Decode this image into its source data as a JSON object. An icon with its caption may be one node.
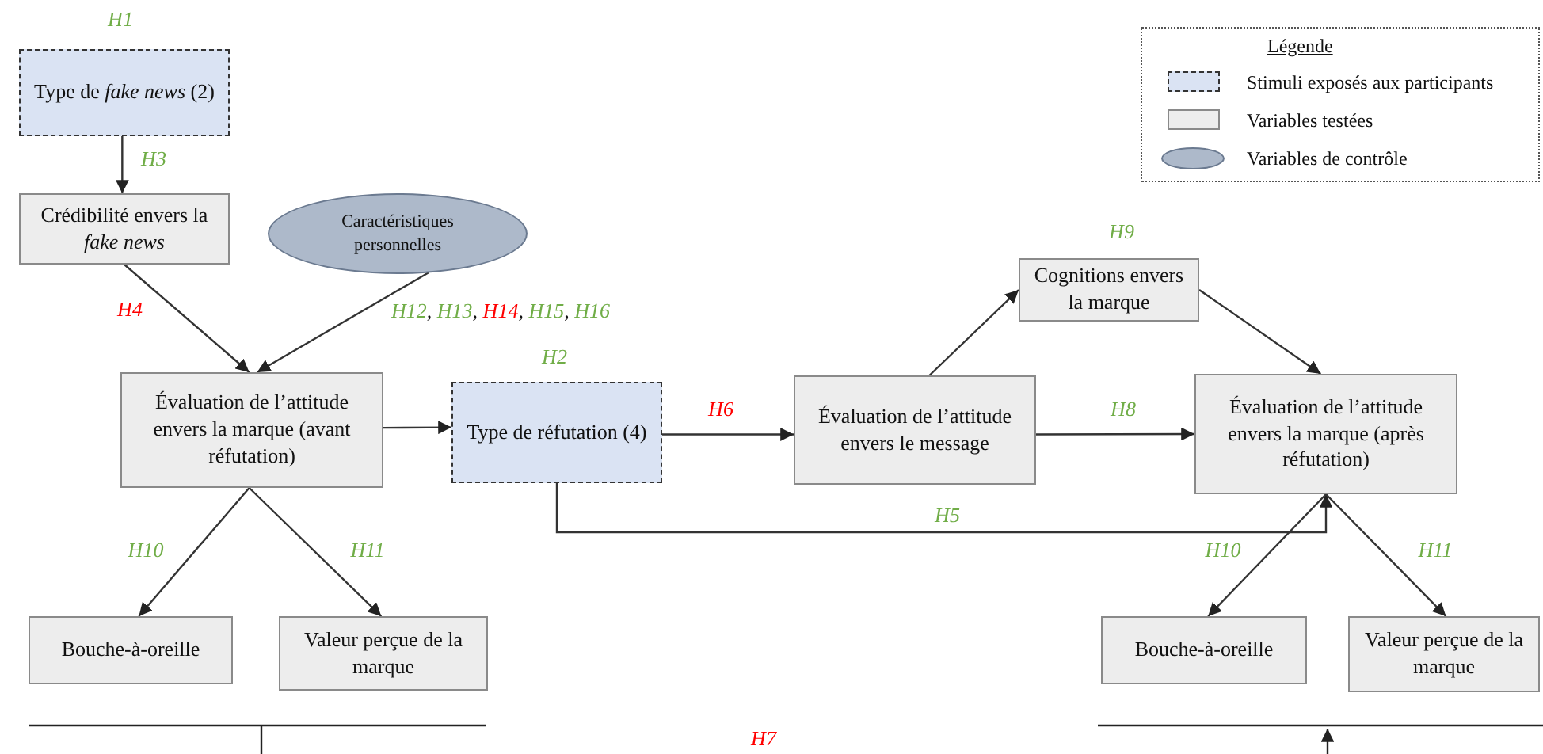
{
  "diagram": {
    "nodes": [
      {
        "text": [
          "Type de *fake news* (2)"
        ],
        "beside": [
          "H1"
        ]
      },
      {
        "text": [
          "Crédibilité envers la *fake news*"
        ]
      },
      {
        "text": [
          "Caractéristiques personnelles"
        ]
      },
      {
        "text": [
          "Évaluation de l’attitude envers la marque (avant réfutation)"
        ]
      },
      {
        "text": [
          "Type de réfutation (4)"
        ],
        "beside": [
          "H2"
        ]
      },
      {
        "text": [
          "Évaluation de l’attitude envers le message"
        ]
      },
      {
        "text": [
          "Cognitions envers la marque"
        ],
        "beside": [
          "H9"
        ]
      },
      {
        "text": [
          "Évaluation de l’attitude envers la marque (après réfutation)"
        ]
      },
      {
        "text": [
          "Bouche-à-oreille"
        ]
      },
      {
        "text": [
          "Valeur perçue de la marque"
        ]
      },
      {
        "text": [
          "Bouche-à-oreille"
        ]
      },
      {
        "text": [
          "Valeur perçue de la marque"
        ]
      }
    ],
    "edges": [
      {
        "from": 0,
        "to": 1,
        "arrow": "to",
        "label": "H3"
      },
      {
        "from": 1,
        "to": 3,
        "arrow": "to",
        "label": "H4"
      },
      {
        "from": 2,
        "to": 3,
        "arrow": "to",
        "label": "H12, H13, H14, H15, H16"
      },
      {
        "from": 3,
        "to": 4,
        "arrow": "to"
      },
      {
        "from": 4,
        "to": 5,
        "arrow": "to",
        "label": "H6"
      },
      {
        "from": 4,
        "to": 7,
        "arrow": "to",
        "label": "H5"
      },
      {
        "from": 5,
        "to": 6,
        "arrow": "to"
      },
      {
        "from": 6,
        "to": 7,
        "arrow": "to"
      },
      {
        "from": 5,
        "to": 7,
        "arrow": "to",
        "label": "H8"
      },
      {
        "from": 3,
        "to": 8,
        "arrow": "to",
        "label": "H10"
      },
      {
        "from": 3,
        "to": 9,
        "arrow": "to",
        "label": "H11"
      },
      {
        "from": 7,
        "to": 10,
        "arrow": "to",
        "label": "H10"
      },
      {
        "from": 7,
        "to": 11,
        "arrow": "to",
        "label": "H11"
      }
    ],
    "labels": [
      "Légende",
      "H7"
    ],
    "legend": [
      {
        "text": "Stimuli exposés aux participants",
        "color": "#dae3f3"
      },
      {
        "text": "Variables testées",
        "color": "#ededed"
      },
      {
        "text": "Variables de contrôle",
        "color": "#adb9ca"
      }
    ]
  }
}
